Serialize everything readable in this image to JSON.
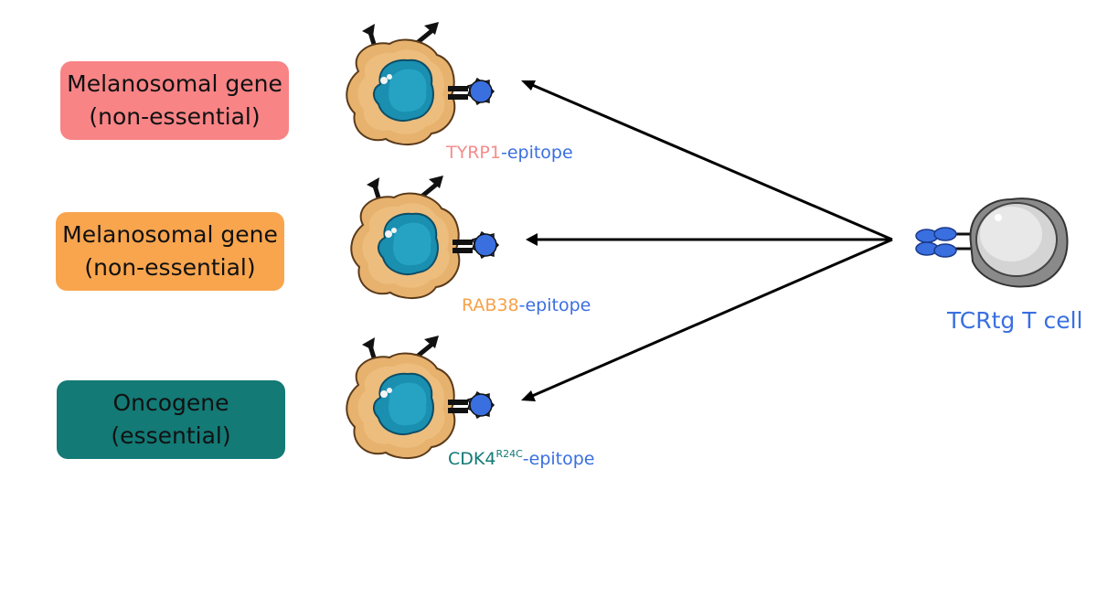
{
  "rows": [
    {
      "box_line1": "Melanosomal gene",
      "box_line2": "(non-essential)",
      "box_color": "#f88486",
      "gene": "TYRP1",
      "gene_color": "#f48c8c",
      "superscript": "",
      "suffix": "-epitope"
    },
    {
      "box_line1": "Melanosomal gene",
      "box_line2": "(non-essential)",
      "box_color": "#f9a54e",
      "gene": "RAB38",
      "gene_color": "#f7a14a",
      "superscript": "",
      "suffix": "-epitope"
    },
    {
      "box_line1": "Oncogene",
      "box_line2": "(essential)",
      "box_color": "#137a76",
      "gene": "CDK4",
      "gene_color": "#137a76",
      "superscript": "R24C",
      "suffix": "-epitope"
    }
  ],
  "tcell": {
    "label": "TCRtg T cell",
    "label_color": "#3a6fe0"
  },
  "colors": {
    "epitope_blue": "#3a6fe0",
    "cell_body": "#e7b26e",
    "nucleus": "#1a8fb0",
    "arrow": "#000000"
  }
}
